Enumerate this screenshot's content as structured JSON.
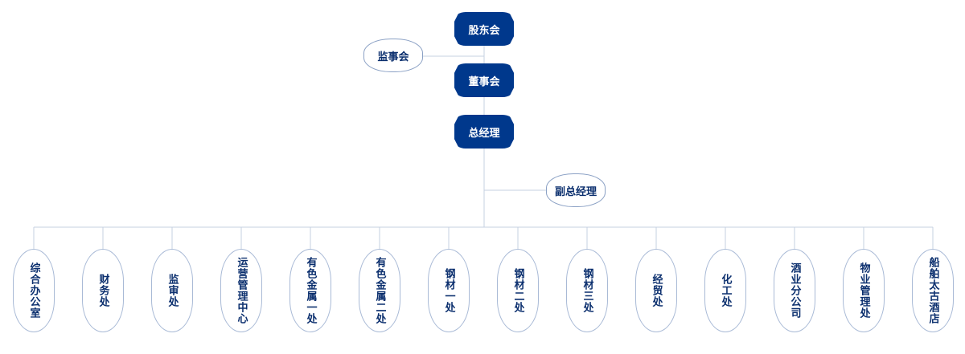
{
  "colors": {
    "primary_fill": "#00388c",
    "primary_text": "#ffffff",
    "node_text": "#0b2f6e",
    "outline": "#a9bad6",
    "line": "#c5d0e2"
  },
  "chart": {
    "shareholders": "股东会",
    "supervisory_board": "监事会",
    "board_of_directors": "董事会",
    "general_manager": "总经理",
    "deputy_general_manager": "副总经理"
  },
  "departments": [
    "综合办公室",
    "财务处",
    "监审处",
    "运营管理中心",
    "有色金属一处",
    "有色金属二处",
    "钢材一处",
    "钢材二处",
    "钢材三处",
    "经贸处",
    "化工处",
    "酒业分公司",
    "物业管理处",
    "船舶太古酒店"
  ]
}
